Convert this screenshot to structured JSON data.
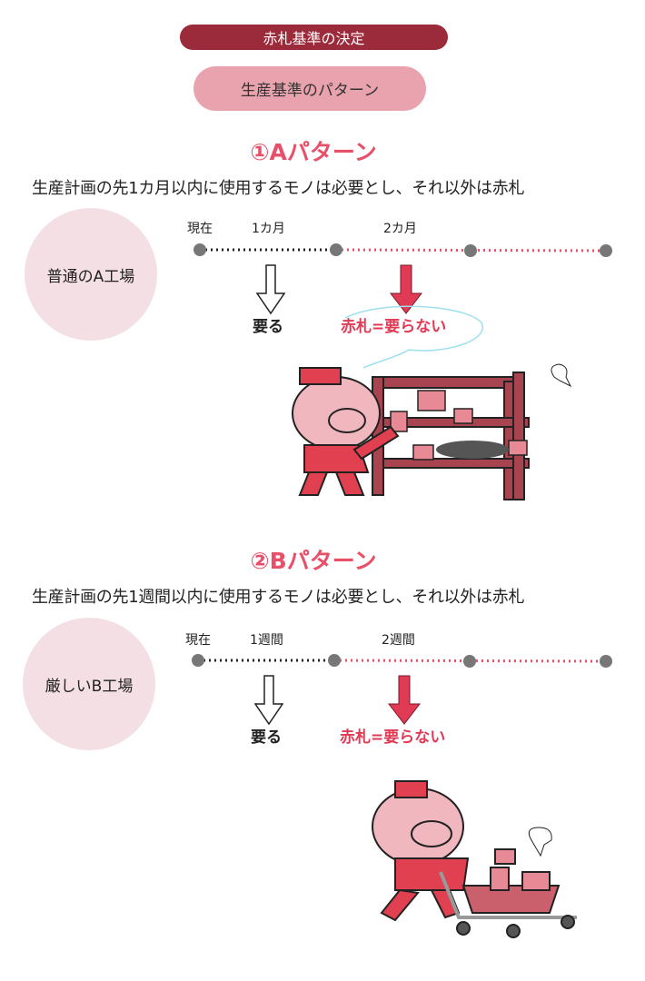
{
  "header": {
    "title": "赤札基準の決定",
    "subtitle": "生産基準のパターン"
  },
  "colors": {
    "header": "#9b2a3a",
    "subheader": "#e9a3ae",
    "accent": "#e8506a",
    "circle": "#f3dfe4"
  },
  "patterns": [
    {
      "title": "①Aパターン",
      "description": "生産計画の先1カ月以内に使用するモノは必要とし、それ以外は赤札",
      "factory": "普通のA工場",
      "timeline": {
        "now": "現在",
        "mark1": "1カ月",
        "mark2": "2カ月"
      },
      "need_label": "要る",
      "redtag_label": "赤札=要らない"
    },
    {
      "title": "②Bパターン",
      "description": "生産計画の先1週間以内に使用するモノは必要とし、それ以外は赤札",
      "factory": "厳しいB工場",
      "timeline": {
        "now": "現在",
        "mark1": "1週間",
        "mark2": "2週間"
      },
      "need_label": "要る",
      "redtag_label": "赤札=要らない"
    }
  ]
}
